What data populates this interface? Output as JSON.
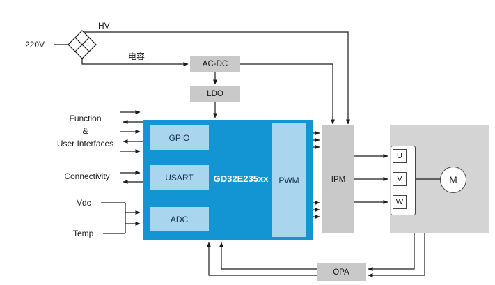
{
  "colors": {
    "mcu_blue": "#1295d2",
    "peripheral_blue": "#a9d5ef",
    "box_gray": "#c9c9c9",
    "panel_gray": "#d4d4d4",
    "wire_black": "#1a1a1a"
  },
  "power": {
    "ac_input": "220V",
    "hv": "HV",
    "capacitor": "电容",
    "acdc": "AC-DC",
    "ldo": "LDO"
  },
  "inputs": {
    "function_line1": "Function",
    "function_line2": "&",
    "function_line3": "User Interfaces",
    "connectivity": "Connectivity",
    "vdc": "Vdc",
    "temp": "Temp"
  },
  "mcu": {
    "name": "GD32E235xx",
    "gpio": "GPIO",
    "usart": "USART",
    "adc": "ADC",
    "pwm": "PWM"
  },
  "drive": {
    "ipm": "IPM",
    "phase_u": "U",
    "phase_v": "V",
    "phase_w": "W",
    "motor": "M",
    "opa": "OPA"
  }
}
